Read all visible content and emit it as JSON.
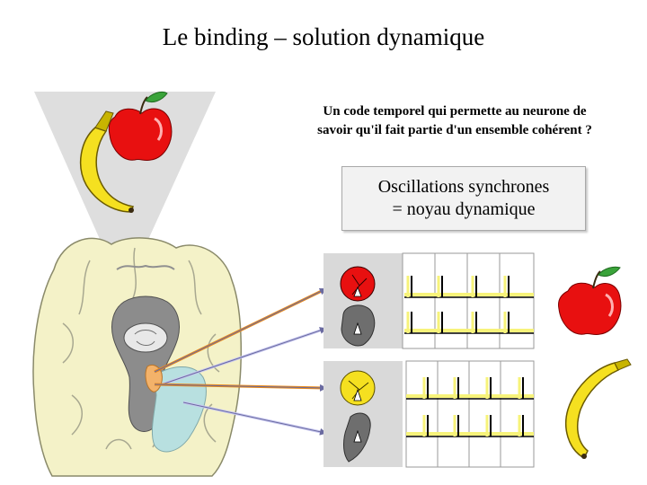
{
  "title": "Le binding – solution dynamique",
  "subtitle": {
    "line1": "Un code temporel qui permette au neurone de",
    "line2": "savoir qu'il fait partie d'un ensemble cohérent ?"
  },
  "box": {
    "line1": "Oscillations synchrones",
    "line2": "= noyau dynamique"
  },
  "colors": {
    "apple_red": "#e81010",
    "banana_yellow": "#f5e020",
    "leaf_green": "#3aa33a",
    "brain_fill": "#f4f2c8",
    "panel_gray": "#d9d9d9",
    "spike_yellow": "#f7f37a",
    "arrow_orange": "#e88a1a",
    "arrow_lavender": "#c8c8f0"
  },
  "icons": [
    "apple-icon",
    "banana-icon",
    "brain-illustration",
    "neuron-icon",
    "spike-train"
  ]
}
